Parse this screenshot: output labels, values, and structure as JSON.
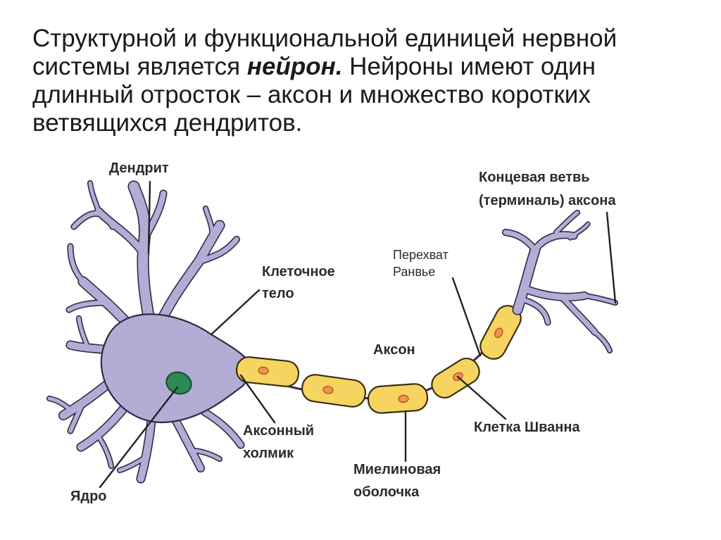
{
  "intro": {
    "part1": "Структурной и функциональной единицей нервной системы является ",
    "emph": "нейрон.",
    "part2": " Нейроны имеют один длинный отросток – аксон и множество коротких ветвящихся дендритов."
  },
  "labels": {
    "dendrite": "Дендрит",
    "cell_body_1": "Клеточное",
    "cell_body_2": "тело",
    "terminal_1": "Концевая ветвь",
    "terminal_2": "(терминаль) аксона",
    "ranvier_1": "Перехват",
    "ranvier_2": "Ранвье",
    "axon": "Аксон",
    "hillock_1": "Аксонный",
    "hillock_2": "холмик",
    "schwann": "Клетка Шванна",
    "myelin_1": "Миелиновая",
    "myelin_2": "оболочка",
    "nucleus": "Ядро"
  },
  "colors": {
    "neuron_fill": "#b3acd4",
    "neuron_outline": "#2e2a48",
    "nucleus": "#2c8a55",
    "myelin": "#f6d460",
    "schwann_nucleus": "#ee9550"
  }
}
